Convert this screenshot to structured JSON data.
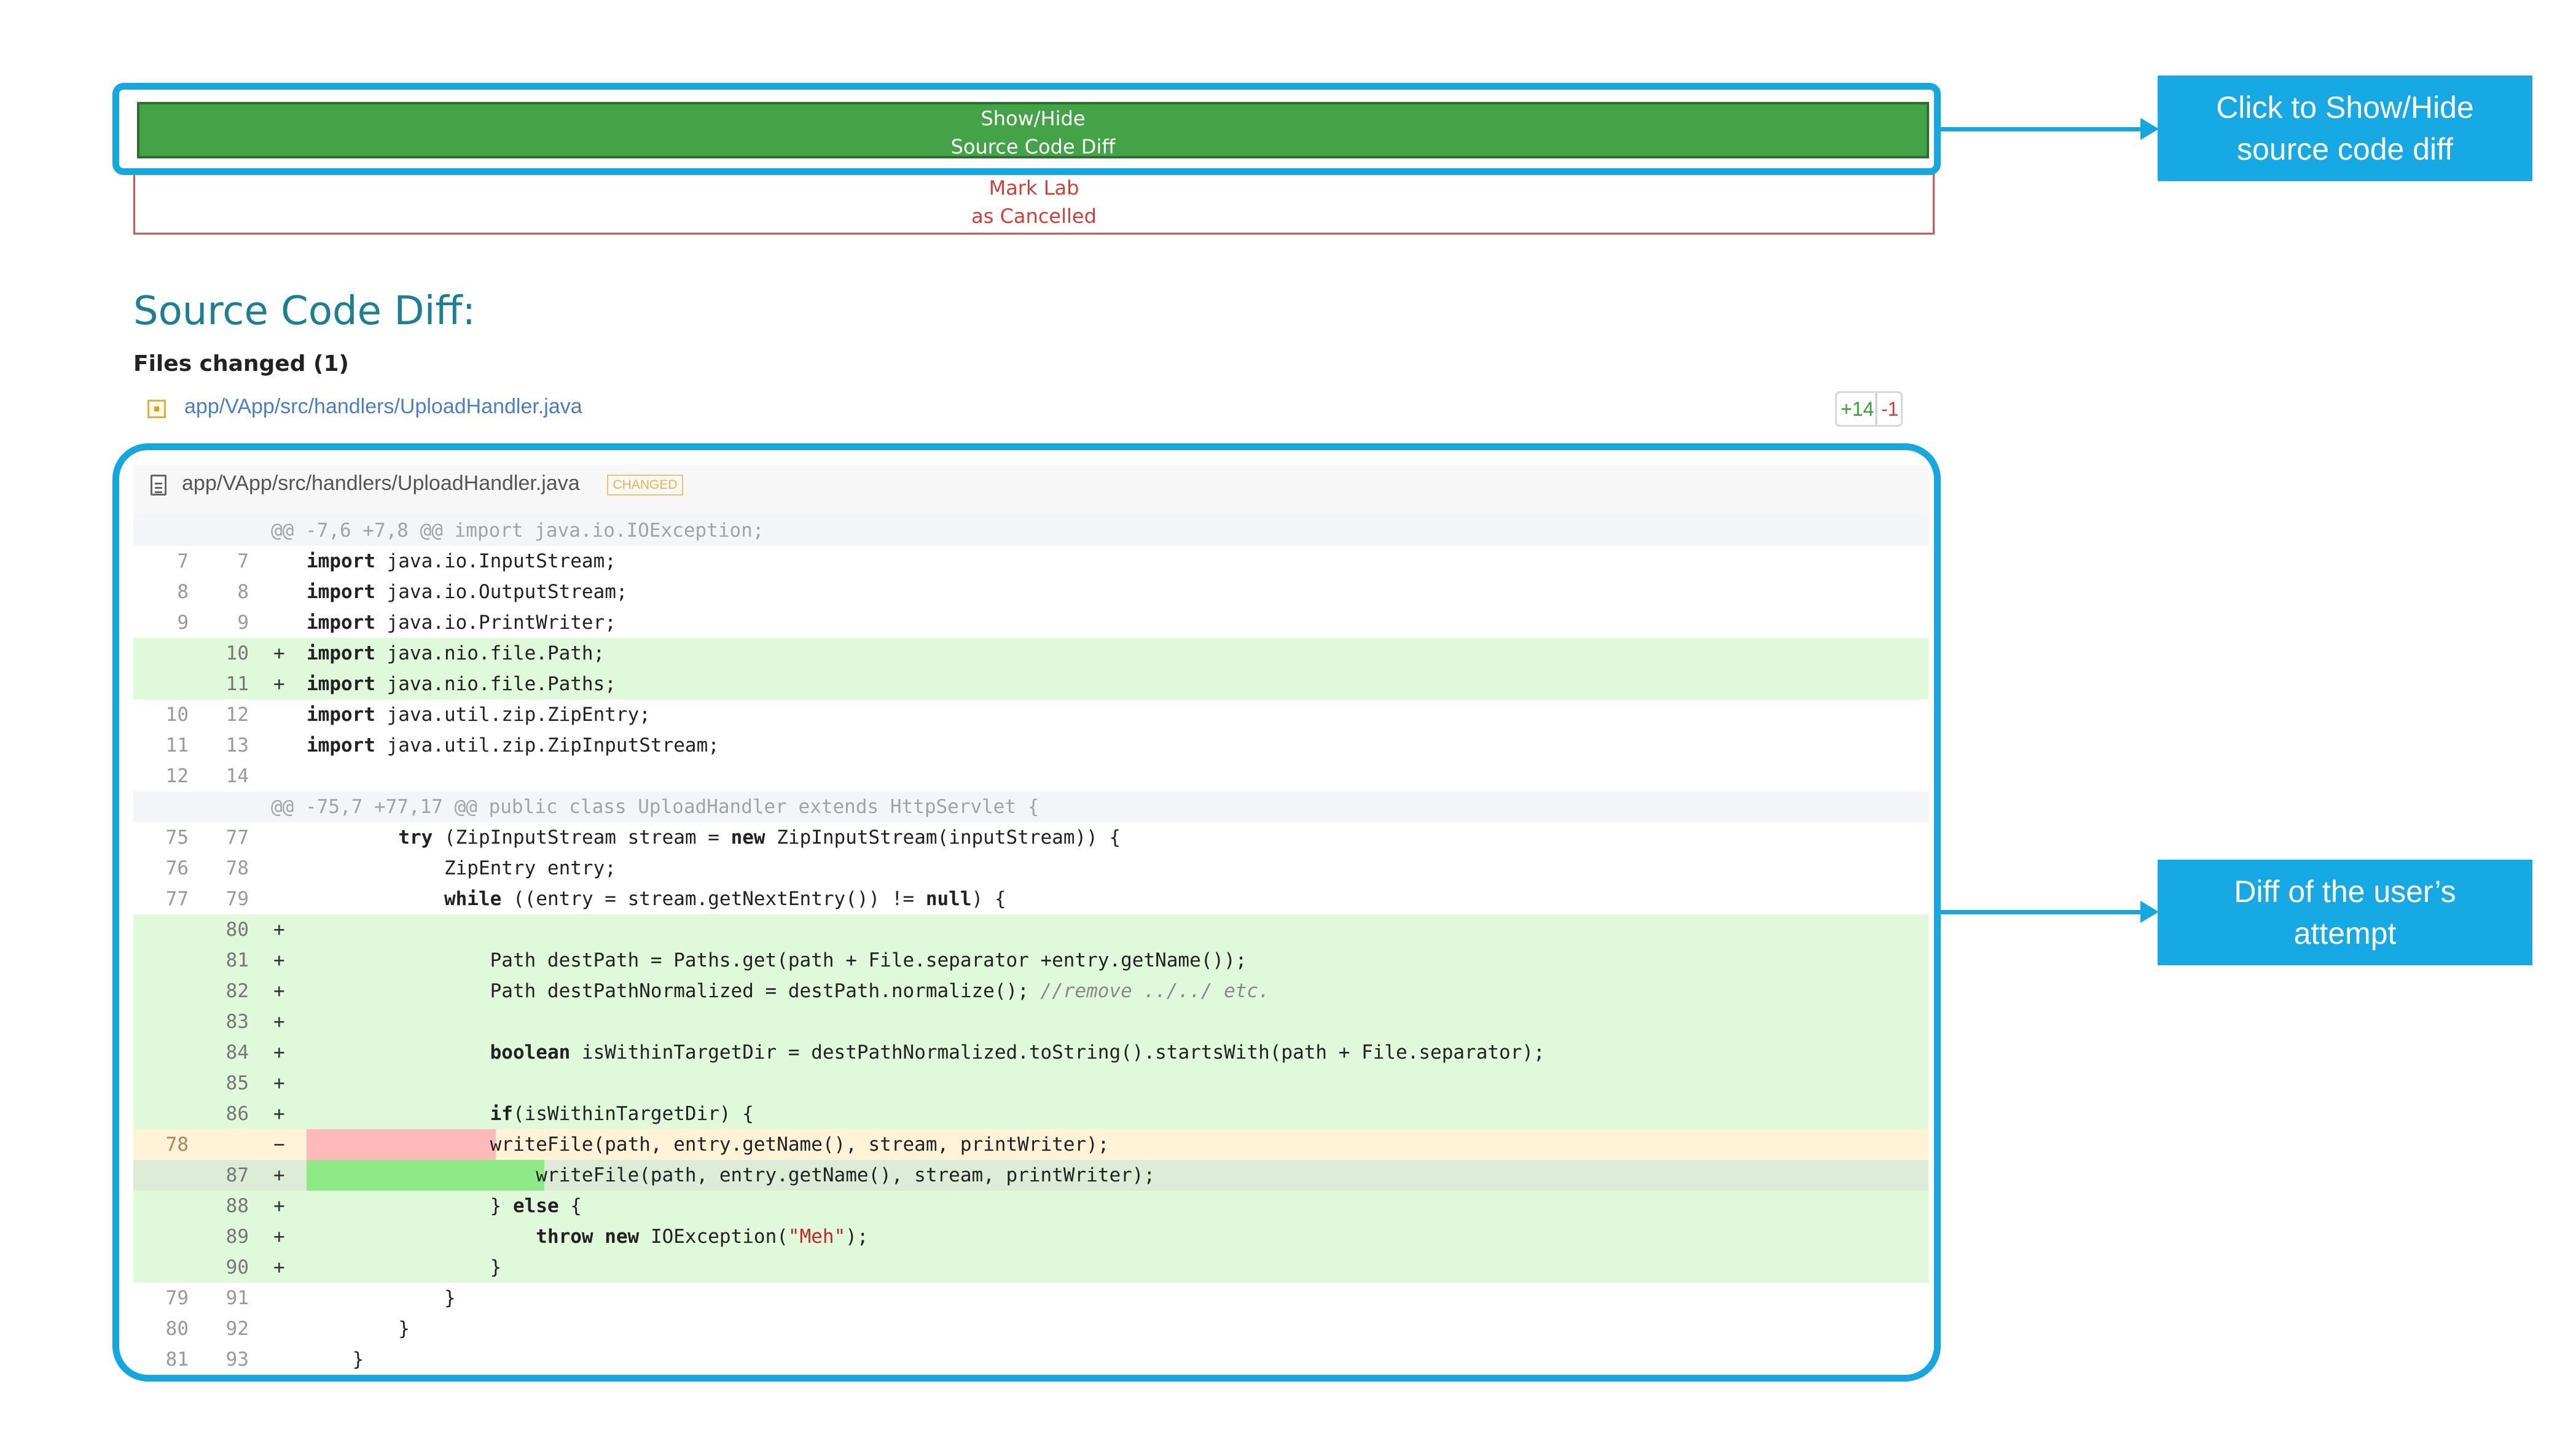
{
  "buttons": {
    "show_hide_line1": "Show/Hide",
    "show_hide_line2": "Source Code Diff",
    "mark_line1": "Mark Lab",
    "mark_line2": "as Cancelled"
  },
  "callouts": {
    "top_line1": "Click to Show/Hide",
    "top_line2": "source code diff",
    "bottom_line1": "Diff of the user’s",
    "bottom_line2": "attempt"
  },
  "section": {
    "title": "Source Code Diff:",
    "files_changed": "Files changed (1)"
  },
  "files": [
    {
      "path": "app/VApp/src/handlers/UploadHandler.java",
      "additions": "+14",
      "deletions": "-1"
    }
  ],
  "diff": {
    "filename": "app/VApp/src/handlers/UploadHandler.java",
    "badge": "CHANGED",
    "lines": [
      {
        "type": "hunk",
        "old": "",
        "new": "",
        "mark": "",
        "text": "@@ -7,6 +7,8 @@ import java.io.IOException;"
      },
      {
        "type": "ctx",
        "old": "7",
        "new": "7",
        "mark": "",
        "text": "import java.io.InputStream;"
      },
      {
        "type": "ctx",
        "old": "8",
        "new": "8",
        "mark": "",
        "text": "import java.io.OutputStream;"
      },
      {
        "type": "ctx",
        "old": "9",
        "new": "9",
        "mark": "",
        "text": "import java.io.PrintWriter;"
      },
      {
        "type": "add",
        "old": "",
        "new": "10",
        "mark": "+",
        "text": "import java.nio.file.Path;"
      },
      {
        "type": "add",
        "old": "",
        "new": "11",
        "mark": "+",
        "text": "import java.nio.file.Paths;"
      },
      {
        "type": "ctx",
        "old": "10",
        "new": "12",
        "mark": "",
        "text": "import java.util.zip.ZipEntry;"
      },
      {
        "type": "ctx",
        "old": "11",
        "new": "13",
        "mark": "",
        "text": "import java.util.zip.ZipInputStream;"
      },
      {
        "type": "ctx",
        "old": "12",
        "new": "14",
        "mark": "",
        "text": ""
      },
      {
        "type": "hunk",
        "old": "",
        "new": "",
        "mark": "",
        "text": "@@ -75,7 +77,17 @@ public class UploadHandler extends HttpServlet {"
      },
      {
        "type": "ctx",
        "old": "75",
        "new": "77",
        "mark": "",
        "text": "        try (ZipInputStream stream = new ZipInputStream(inputStream)) {"
      },
      {
        "type": "ctx",
        "old": "76",
        "new": "78",
        "mark": "",
        "text": "            ZipEntry entry;"
      },
      {
        "type": "ctx",
        "old": "77",
        "new": "79",
        "mark": "",
        "text": "            while ((entry = stream.getNextEntry()) != null) {"
      },
      {
        "type": "add",
        "old": "",
        "new": "80",
        "mark": "+",
        "text": ""
      },
      {
        "type": "add",
        "old": "",
        "new": "81",
        "mark": "+",
        "text": "                Path destPath = Paths.get(path + File.separator +entry.getName());"
      },
      {
        "type": "add",
        "old": "",
        "new": "82",
        "mark": "+",
        "text": "                Path destPathNormalized = destPath.normalize(); //remove ../../ etc."
      },
      {
        "type": "add",
        "old": "",
        "new": "83",
        "mark": "+",
        "text": ""
      },
      {
        "type": "add",
        "old": "",
        "new": "84",
        "mark": "+",
        "text": "                boolean isWithinTargetDir = destPathNormalized.toString().startsWith(path + File.separator);"
      },
      {
        "type": "add",
        "old": "",
        "new": "85",
        "mark": "+",
        "text": ""
      },
      {
        "type": "add",
        "old": "",
        "new": "86",
        "mark": "+",
        "text": "                if(isWithinTargetDir) {"
      },
      {
        "type": "del",
        "old": "78",
        "new": "",
        "mark": "−",
        "text": "                writeFile(path, entry.getName(), stream, printWriter);"
      },
      {
        "type": "mod",
        "old": "",
        "new": "87",
        "mark": "+",
        "text": "                    writeFile(path, entry.getName(), stream, printWriter);"
      },
      {
        "type": "add",
        "old": "",
        "new": "88",
        "mark": "+",
        "text": "                } else {"
      },
      {
        "type": "add",
        "old": "",
        "new": "89",
        "mark": "+",
        "text": "                    throw new IOException(\"Meh\");"
      },
      {
        "type": "add",
        "old": "",
        "new": "90",
        "mark": "+",
        "text": "                }"
      },
      {
        "type": "ctx",
        "old": "79",
        "new": "91",
        "mark": "",
        "text": "            }"
      },
      {
        "type": "ctx",
        "old": "80",
        "new": "92",
        "mark": "",
        "text": "        }"
      },
      {
        "type": "ctx",
        "old": "81",
        "new": "93",
        "mark": "",
        "text": "    }"
      }
    ]
  },
  "colors": {
    "accent": "#15a7e0",
    "button_green": "#44a347",
    "cancel_red": "#d43f3a",
    "added_bg": "#dff9da",
    "removed_bg": "#fff2d6"
  }
}
